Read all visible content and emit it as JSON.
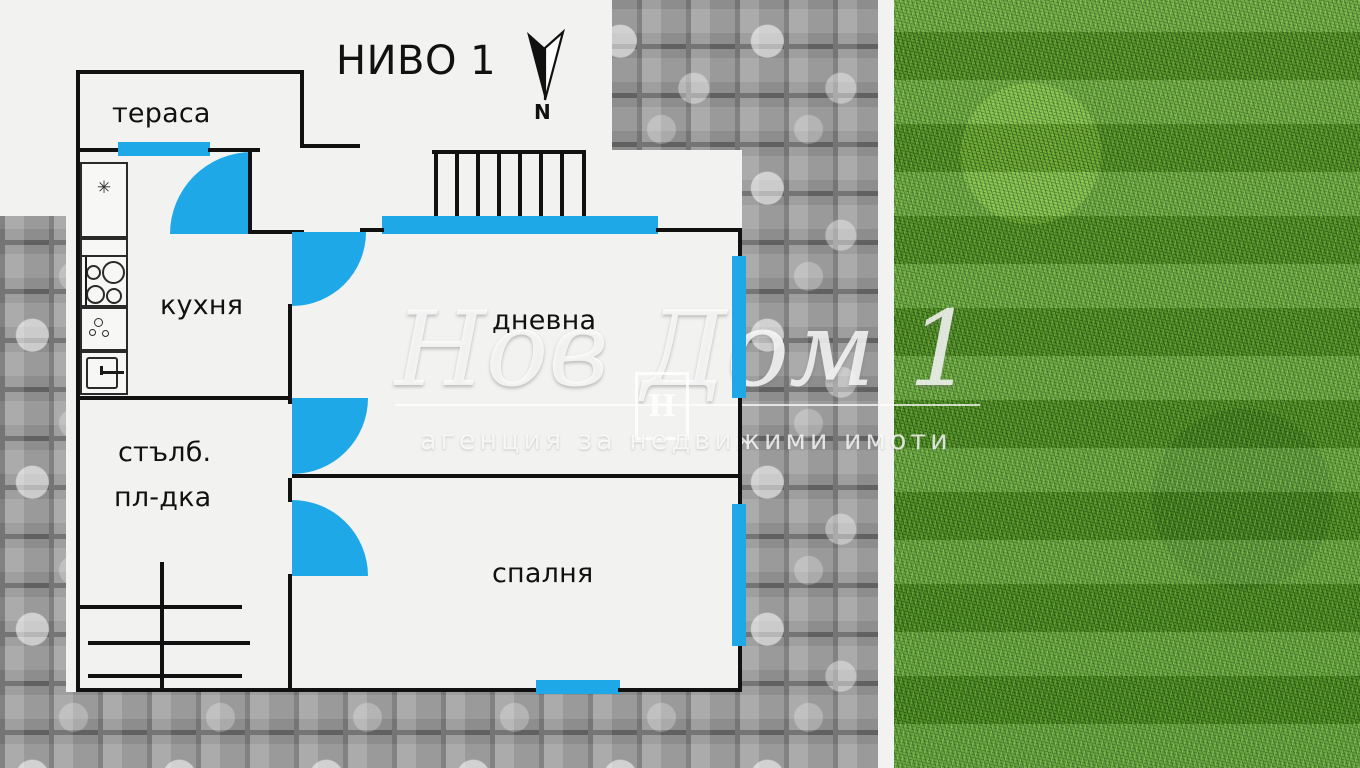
{
  "plan": {
    "title": "НИВО 1",
    "north_label": "N",
    "north_icon": "north-arrow-icon",
    "rooms": [
      {
        "key": "terrace",
        "label": "тераса"
      },
      {
        "key": "kitchen",
        "label": "кухня"
      },
      {
        "key": "stairs",
        "label_line1": "стълб.",
        "label_line2": "пл-дка"
      },
      {
        "key": "living",
        "label": "дневна"
      },
      {
        "key": "bedroom",
        "label": "спалня"
      }
    ],
    "colors": {
      "window": "#1fa8e8",
      "wall": "#111111",
      "floor": "#f2f2f0",
      "paving": "#9a9a9a",
      "grass": "#5aa22c"
    },
    "fixtures": [
      {
        "name": "refrigerator",
        "glyph": "✳"
      },
      {
        "name": "stove",
        "burners": 4
      },
      {
        "name": "counter"
      },
      {
        "name": "sink"
      }
    ],
    "exterior_stair_treads": 7,
    "interior_stair_treads": 3
  },
  "watermark": {
    "script": "Нов  Дом 1",
    "subtitle": "агенция за недвижими имоти",
    "monogram": "H"
  }
}
